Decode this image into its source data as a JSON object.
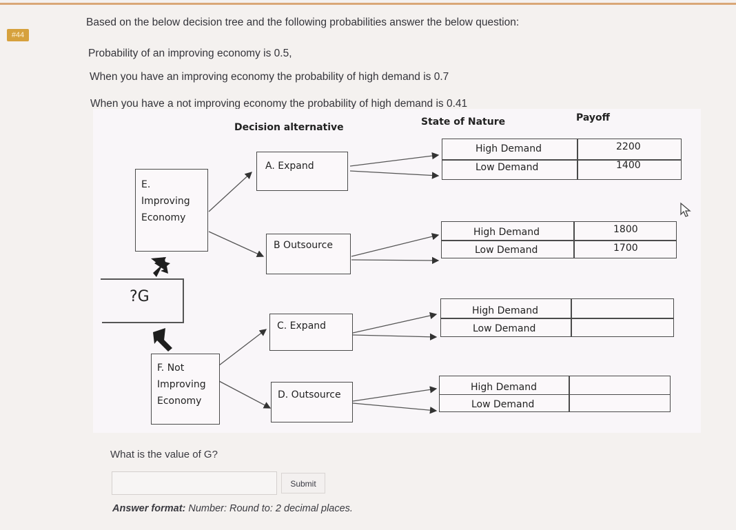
{
  "question_number": "#44",
  "question": {
    "line1": "Based on the below decision tree and the following probabilities answer the below question:",
    "line2": "Probability of an improving economy is 0.5,",
    "line3": "When you have an improving economy the probability of high demand is 0.7",
    "line4": "When you have a not improving economy the probability of high demand is 0.41"
  },
  "tree": {
    "header_decision": "Decision alternative",
    "header_state": "State of Nature",
    "header_payoff": "Payoff",
    "root_label": "?G",
    "node_e": "E.\nImproving\nEconomy",
    "node_f": "F. Not\nImproving\nEconomy",
    "alternatives": [
      "A. Expand",
      "B Outsource",
      "C. Expand",
      "D. Outsource"
    ],
    "outcomes": [
      {
        "high": "High Demand",
        "low": "Low Demand",
        "high_payoff": "2200",
        "low_payoff": "1400"
      },
      {
        "high": "High Demand",
        "low": "Low Demand",
        "high_payoff": "1800",
        "low_payoff": "1700"
      },
      {
        "high": "High Demand",
        "low": "Low Demand",
        "high_payoff": "",
        "low_payoff": ""
      },
      {
        "high": "High Demand",
        "low": "Low Demand",
        "high_payoff": "",
        "low_payoff": ""
      }
    ]
  },
  "prompt": "What is the value of G?",
  "answer": {
    "value": "",
    "submit_label": "Submit"
  },
  "format": {
    "label": "Answer format:",
    "text": " Number: Round to: 2 decimal places."
  }
}
